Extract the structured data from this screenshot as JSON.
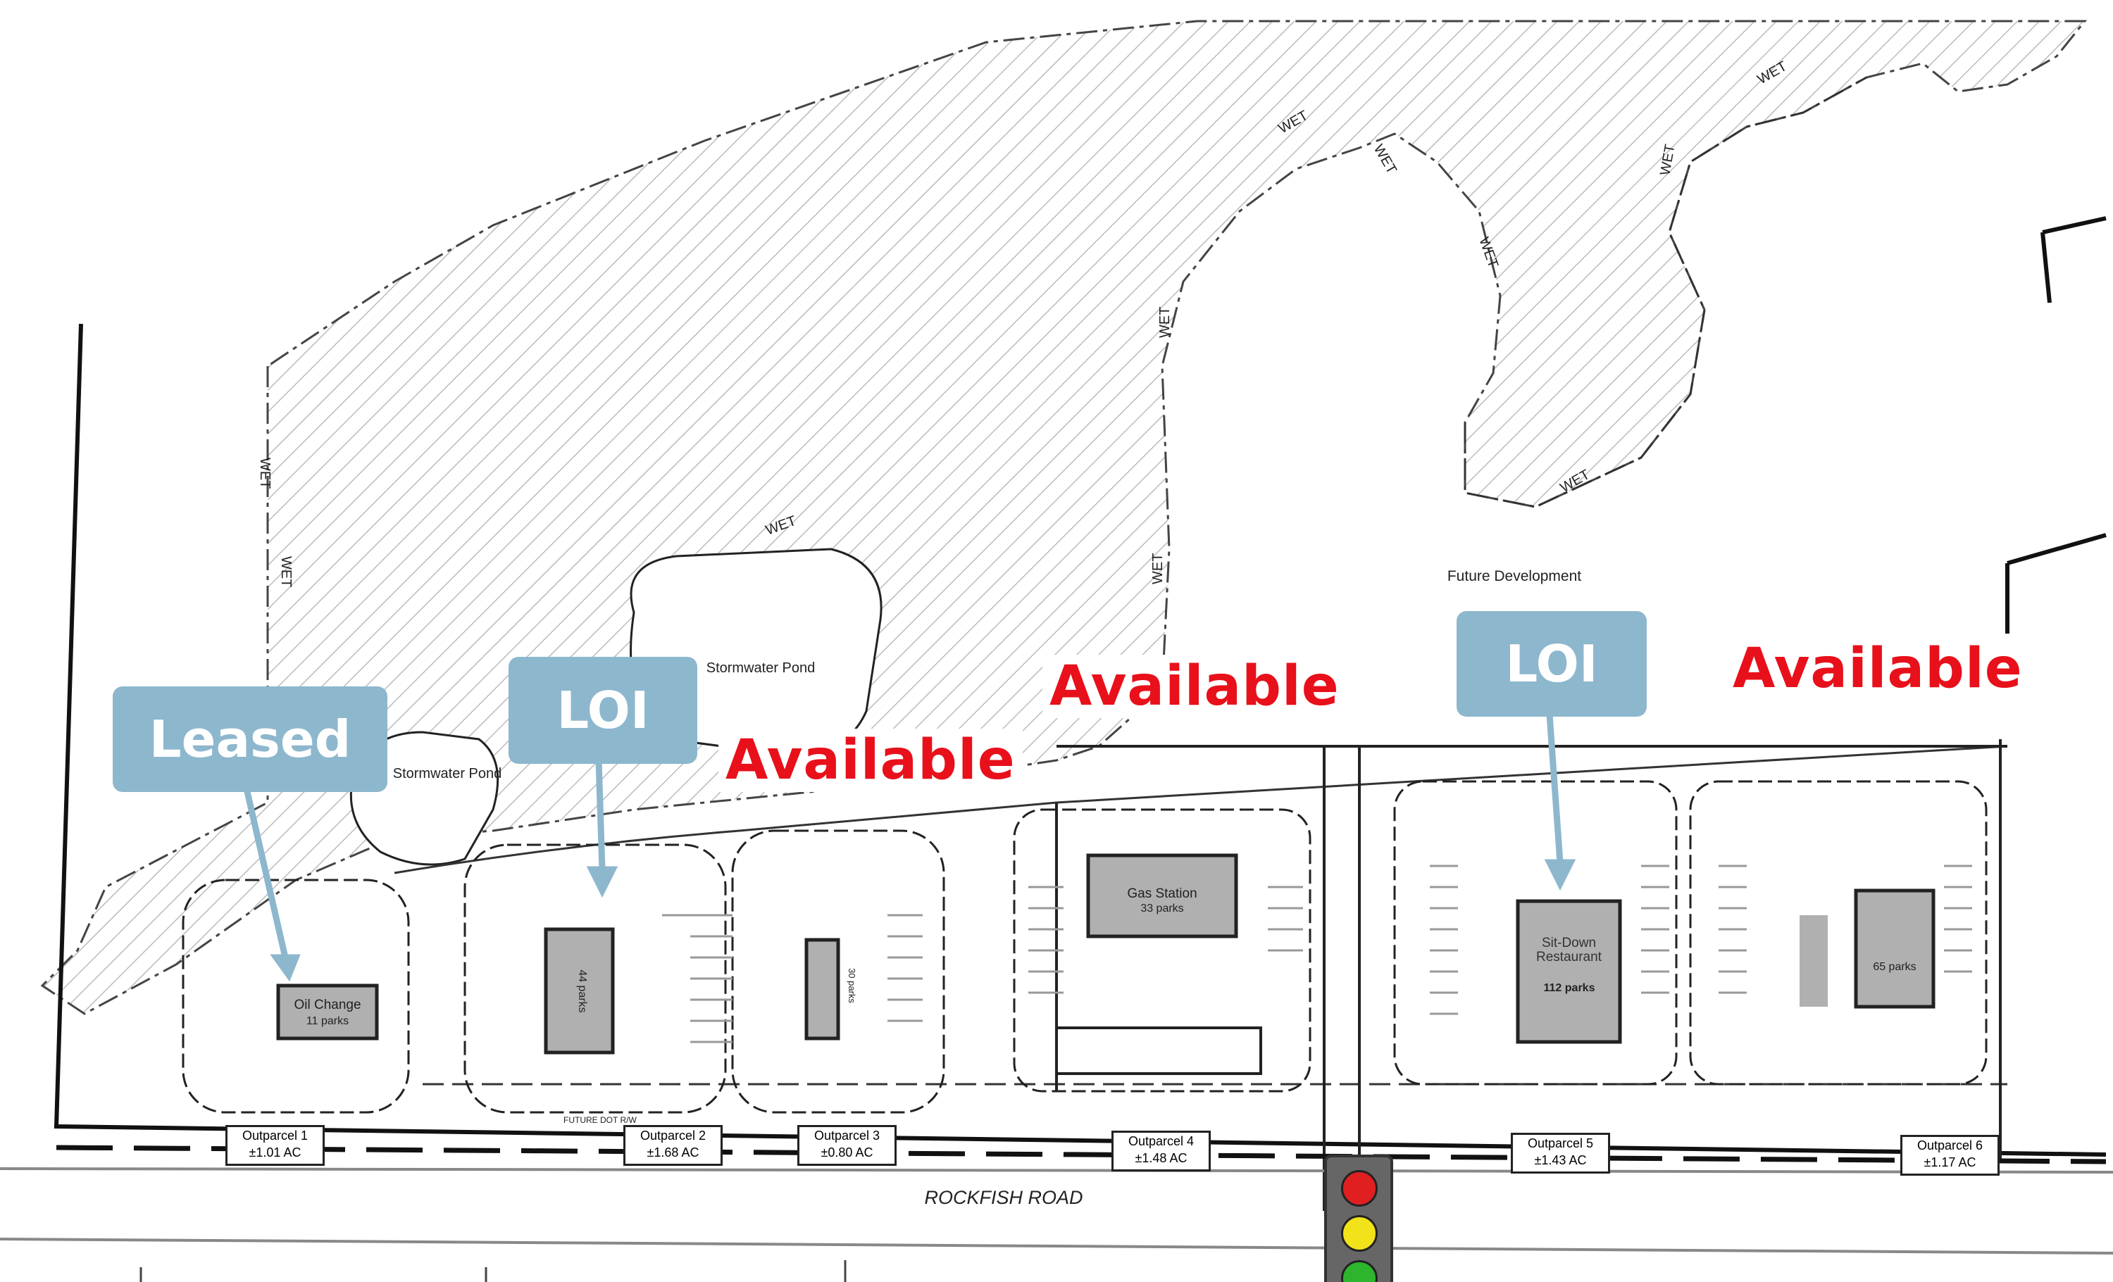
{
  "plan": {
    "road_name": "ROCKFISH ROAD",
    "future_development": "Future Development",
    "wetland_label": "WET",
    "ponds": [
      "Stormwater Pond",
      "Stormwater Pond"
    ],
    "row_label": "FUTURE DOT R/W",
    "buildings": [
      {
        "name": "Oil Change",
        "parks": "11 parks"
      },
      {
        "name": "",
        "parks": "44 parks"
      },
      {
        "name": "",
        "parks": "30 parks"
      },
      {
        "name": "Gas Station",
        "parks": "33 parks"
      },
      {
        "name": "Sit-Down Restaurant",
        "parks": "112 parks"
      },
      {
        "name": "",
        "parks": "65 parks"
      }
    ],
    "outparcels": [
      {
        "name": "Outparcel 1",
        "area": "±1.01 AC"
      },
      {
        "name": "Outparcel 2",
        "area": "±1.68 AC"
      },
      {
        "name": "Outparcel 3",
        "area": "±0.80 AC"
      },
      {
        "name": "Outparcel 4",
        "area": "±1.48 AC"
      },
      {
        "name": "Outparcel 5",
        "area": "±1.43 AC"
      },
      {
        "name": "Outparcel 6",
        "area": "±1.17 AC"
      }
    ]
  },
  "status": {
    "leased": "Leased",
    "loi_1": "LOI",
    "loi_2": "LOI",
    "available_3": "Available",
    "available_4": "Available",
    "available_6": "Available"
  },
  "colors": {
    "callout": "#8db7cd",
    "available": "#e8101a",
    "building": "#b0b0b0"
  },
  "traffic_light": {
    "lights": [
      "red",
      "yellow",
      "green"
    ]
  }
}
